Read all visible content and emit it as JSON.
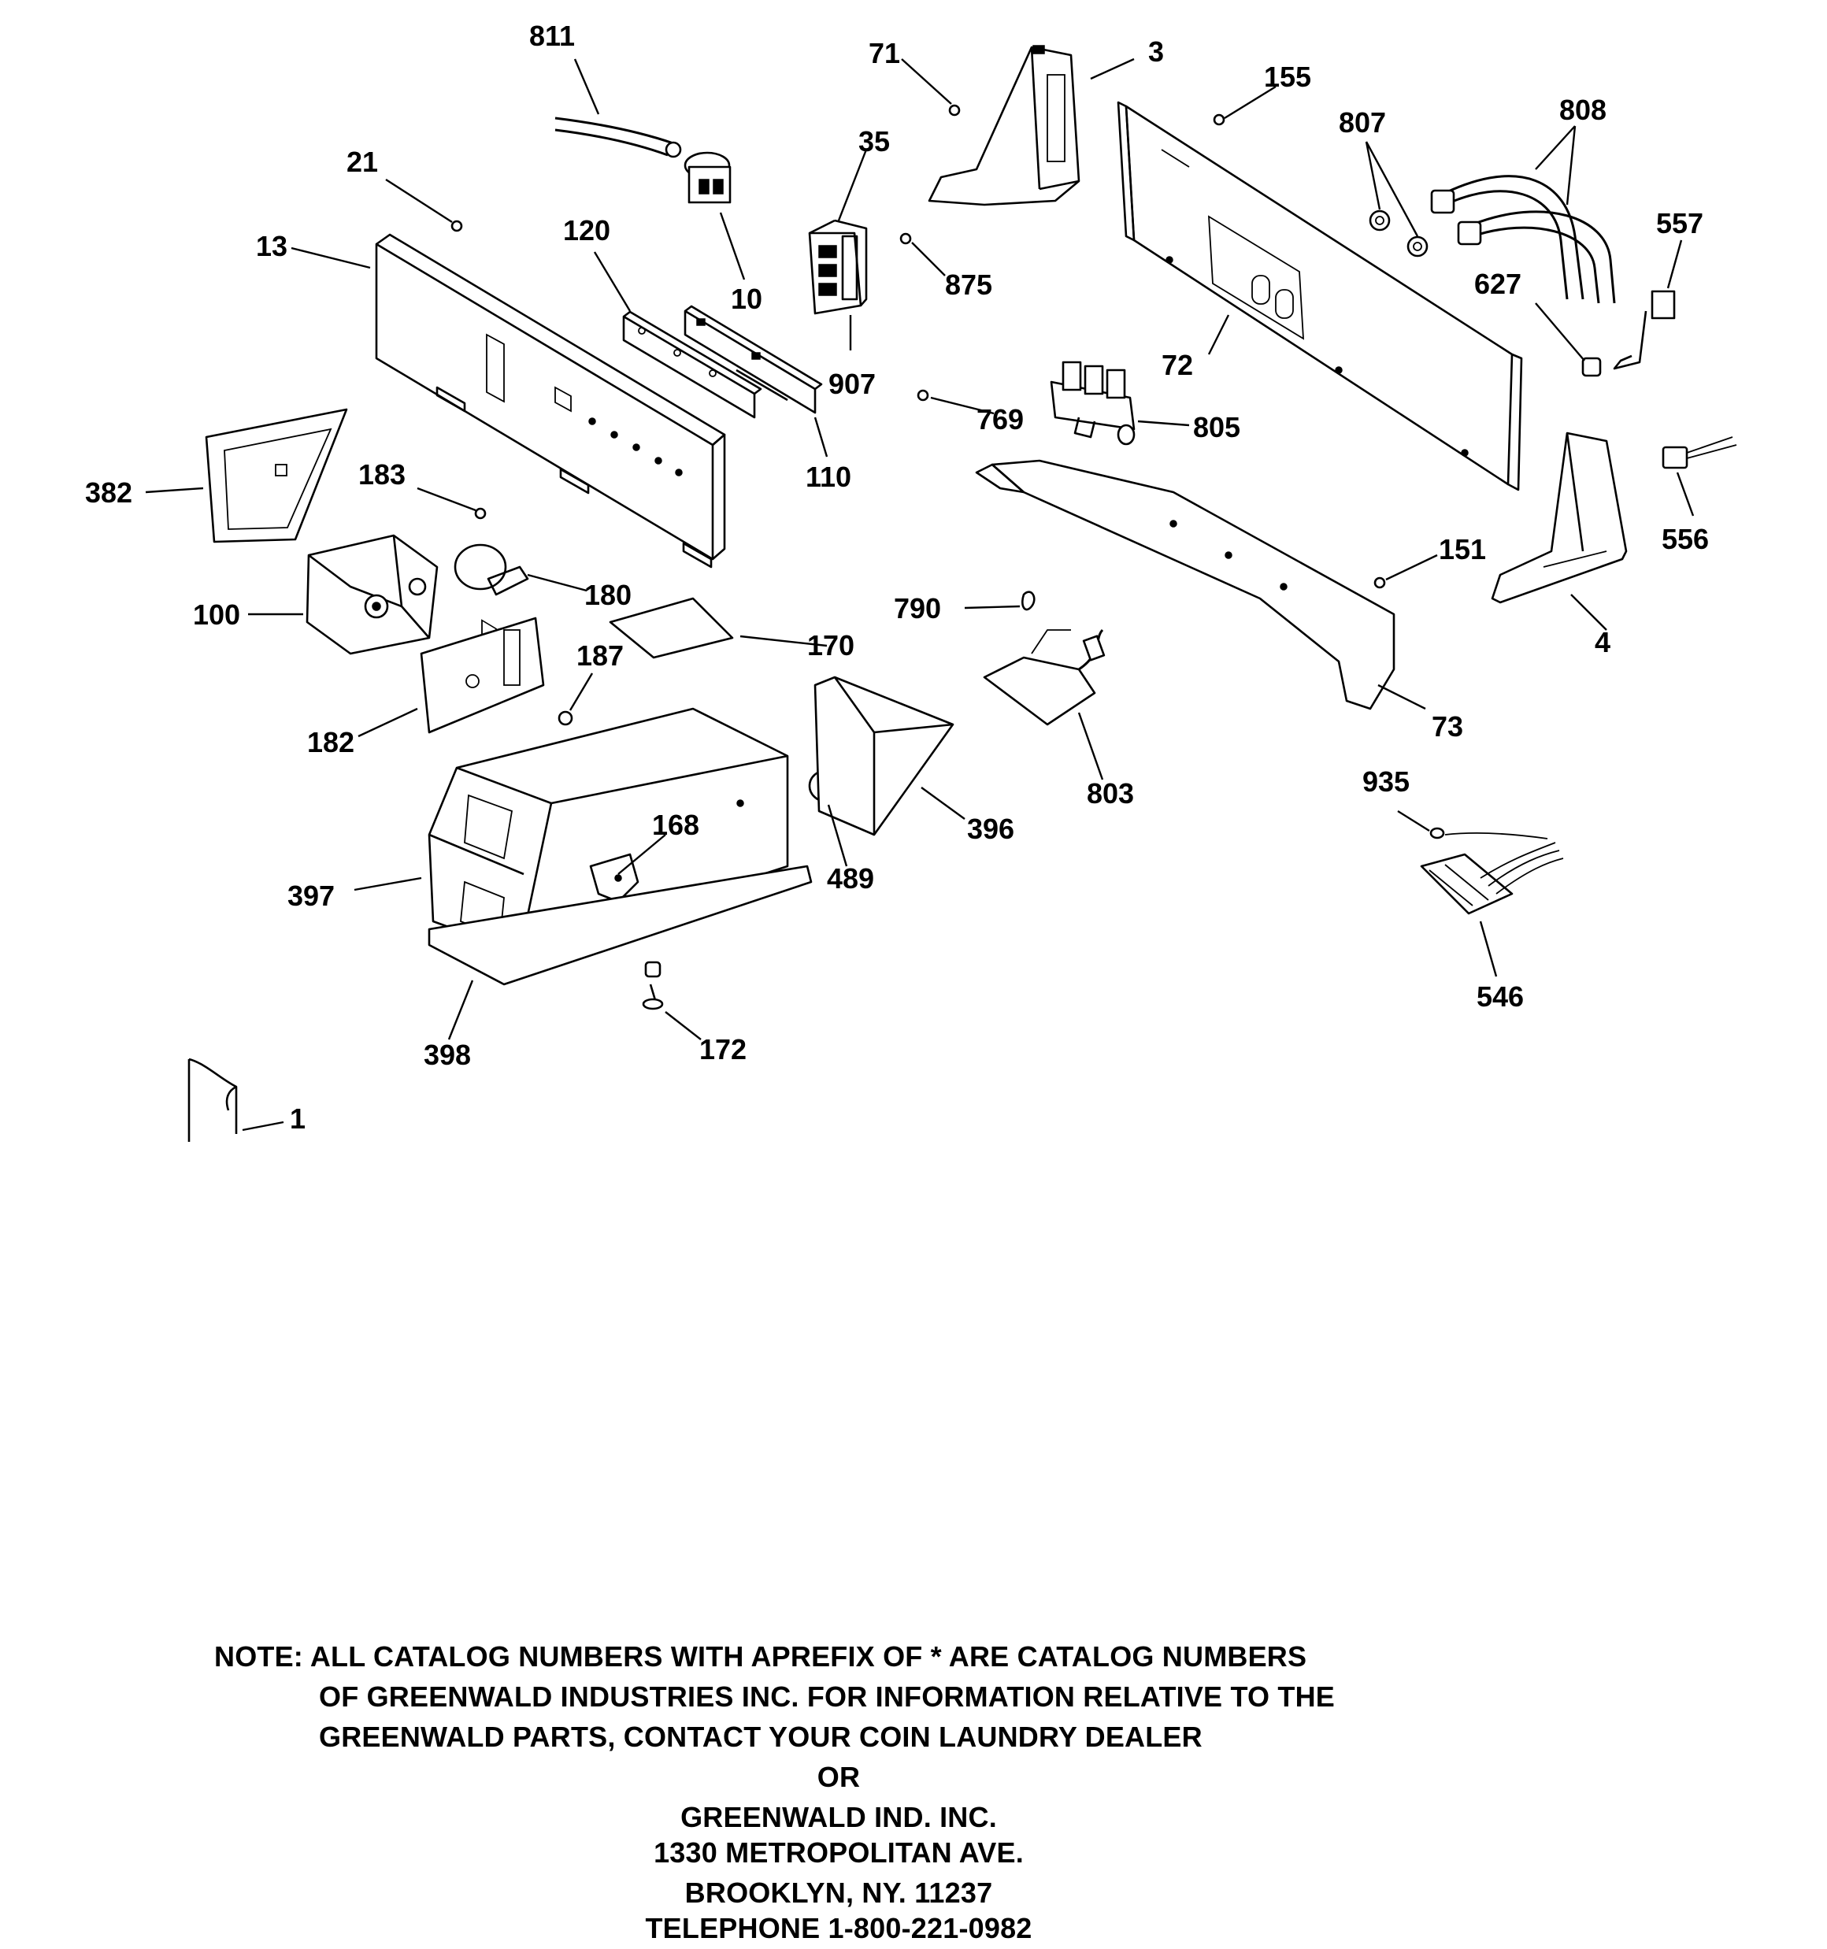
{
  "diagram": {
    "labels": {
      "l811": "811",
      "l71": "71",
      "l3": "3",
      "l155": "155",
      "l807": "807",
      "l808": "808",
      "l21": "21",
      "l35": "35",
      "l13": "13",
      "l120": "120",
      "l10": "10",
      "l875": "875",
      "l557": "557",
      "l627": "627",
      "l907": "907",
      "l72": "72",
      "l769": "769",
      "l805": "805",
      "l110": "110",
      "l382": "382",
      "l183": "183",
      "l556": "556",
      "l151": "151",
      "l180": "180",
      "l100": "100",
      "l790": "790",
      "l4": "4",
      "l170": "170",
      "l187": "187",
      "l73": "73",
      "l182": "182",
      "l803": "803",
      "l168": "168",
      "l396": "396",
      "l935": "935",
      "l489": "489",
      "l397": "397",
      "l546": "546",
      "l398": "398",
      "l172": "172",
      "l1": "1"
    }
  },
  "note": {
    "line1": "NOTE: ALL CATALOG NUMBERS WITH APREFIX OF * ARE CATALOG NUMBERS",
    "line2": "OF GREENWALD INDUSTRIES INC. FOR INFORMATION RELATIVE TO THE",
    "line3": "GREENWALD PARTS, CONTACT YOUR COIN LAUNDRY DEALER",
    "line4": "OR",
    "line5": "GREENWALD IND. INC.",
    "line6": "1330 METROPOLITAN AVE.",
    "line7": "BROOKLYN, NY. 11237",
    "line8": "TELEPHONE 1-800-221-0982"
  }
}
